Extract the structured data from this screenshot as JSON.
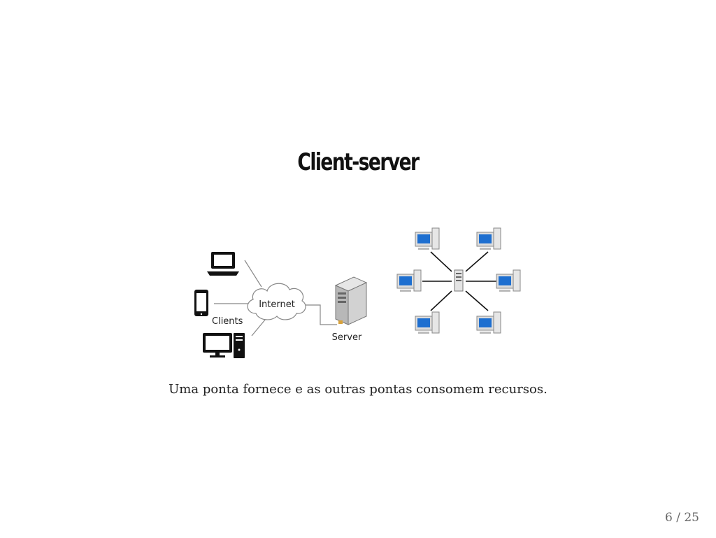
{
  "slide": {
    "title": "Client-server",
    "caption": "Uma ponta fornece e as outras pontas consomem recursos."
  },
  "diagram": {
    "cloud_label": "Internet",
    "clients_label": "Clients",
    "server_label": "Server",
    "icons": [
      "laptop-icon",
      "smartphone-icon",
      "desktop-computer-icon",
      "server-icon",
      "network-workstation-icon",
      "network-hub-icon"
    ]
  },
  "pagination": {
    "current": "6",
    "separator": " / ",
    "total": "25"
  }
}
